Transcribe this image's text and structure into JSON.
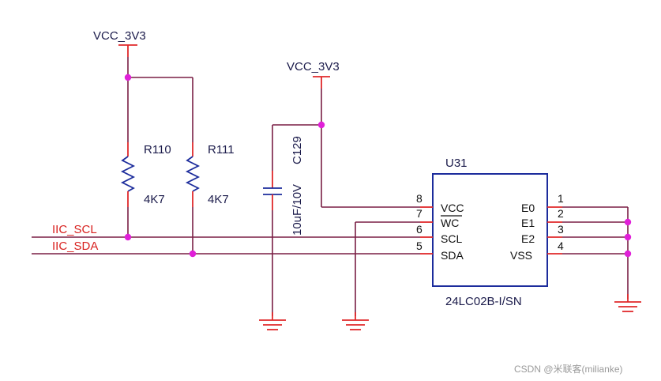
{
  "power": {
    "vcc_left": "VCC_3V3",
    "vcc_mid": "VCC_3V3"
  },
  "resistors": {
    "r110": {
      "ref": "R110",
      "value": "4K7"
    },
    "r111": {
      "ref": "R111",
      "value": "4K7"
    }
  },
  "capacitor": {
    "ref": "C129",
    "value": "10uF/10V"
  },
  "nets": {
    "scl": "IIC_SCL",
    "sda": "IIC_SDA"
  },
  "chip": {
    "ref": "U31",
    "part": "24LC02B-I/SN",
    "left_pins": [
      {
        "num": "8",
        "name": "VCC"
      },
      {
        "num": "7",
        "name": "WC"
      },
      {
        "num": "6",
        "name": "SCL"
      },
      {
        "num": "5",
        "name": "SDA"
      }
    ],
    "right_pins": [
      {
        "num": "1",
        "name": "E0"
      },
      {
        "num": "2",
        "name": "E1"
      },
      {
        "num": "3",
        "name": "E2"
      },
      {
        "num": "4",
        "name": "VSS"
      }
    ]
  },
  "watermark": "CSDN @米联客(milianke)",
  "colors": {
    "wire": "#7a1f45",
    "net_label": "#d8201e",
    "pin_stub": "#e0282a",
    "junction": "#e020d8",
    "component": "#1c2c9c"
  }
}
